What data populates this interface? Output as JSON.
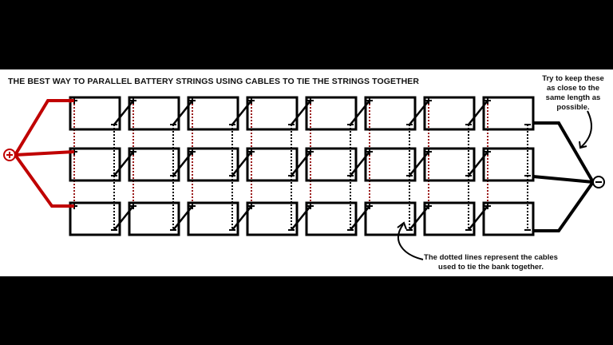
{
  "title": "THE BEST WAY TO PARALLEL BATTERY STRINGS USING CABLES TO TIE THE STRINGS TOGETHER",
  "annotations": {
    "top_right": [
      "Try to keep these",
      "as close to the",
      "same length as",
      "possible."
    ],
    "bottom": [
      "The dotted lines represent the cables",
      "used to tie the bank together."
    ]
  },
  "diagram": {
    "strings": 3,
    "batteries_per_string": 8,
    "positive_terminal_label": "+",
    "negative_terminal_label": "−",
    "positive_bus": "main-positive",
    "negative_bus": "main-negative"
  },
  "colors": {
    "positive": "#c00000",
    "negative": "#000000",
    "tie_positive": "#9b1b1b",
    "tie_negative": "#000000",
    "background_frame": "#000000",
    "canvas": "#ffffff"
  }
}
